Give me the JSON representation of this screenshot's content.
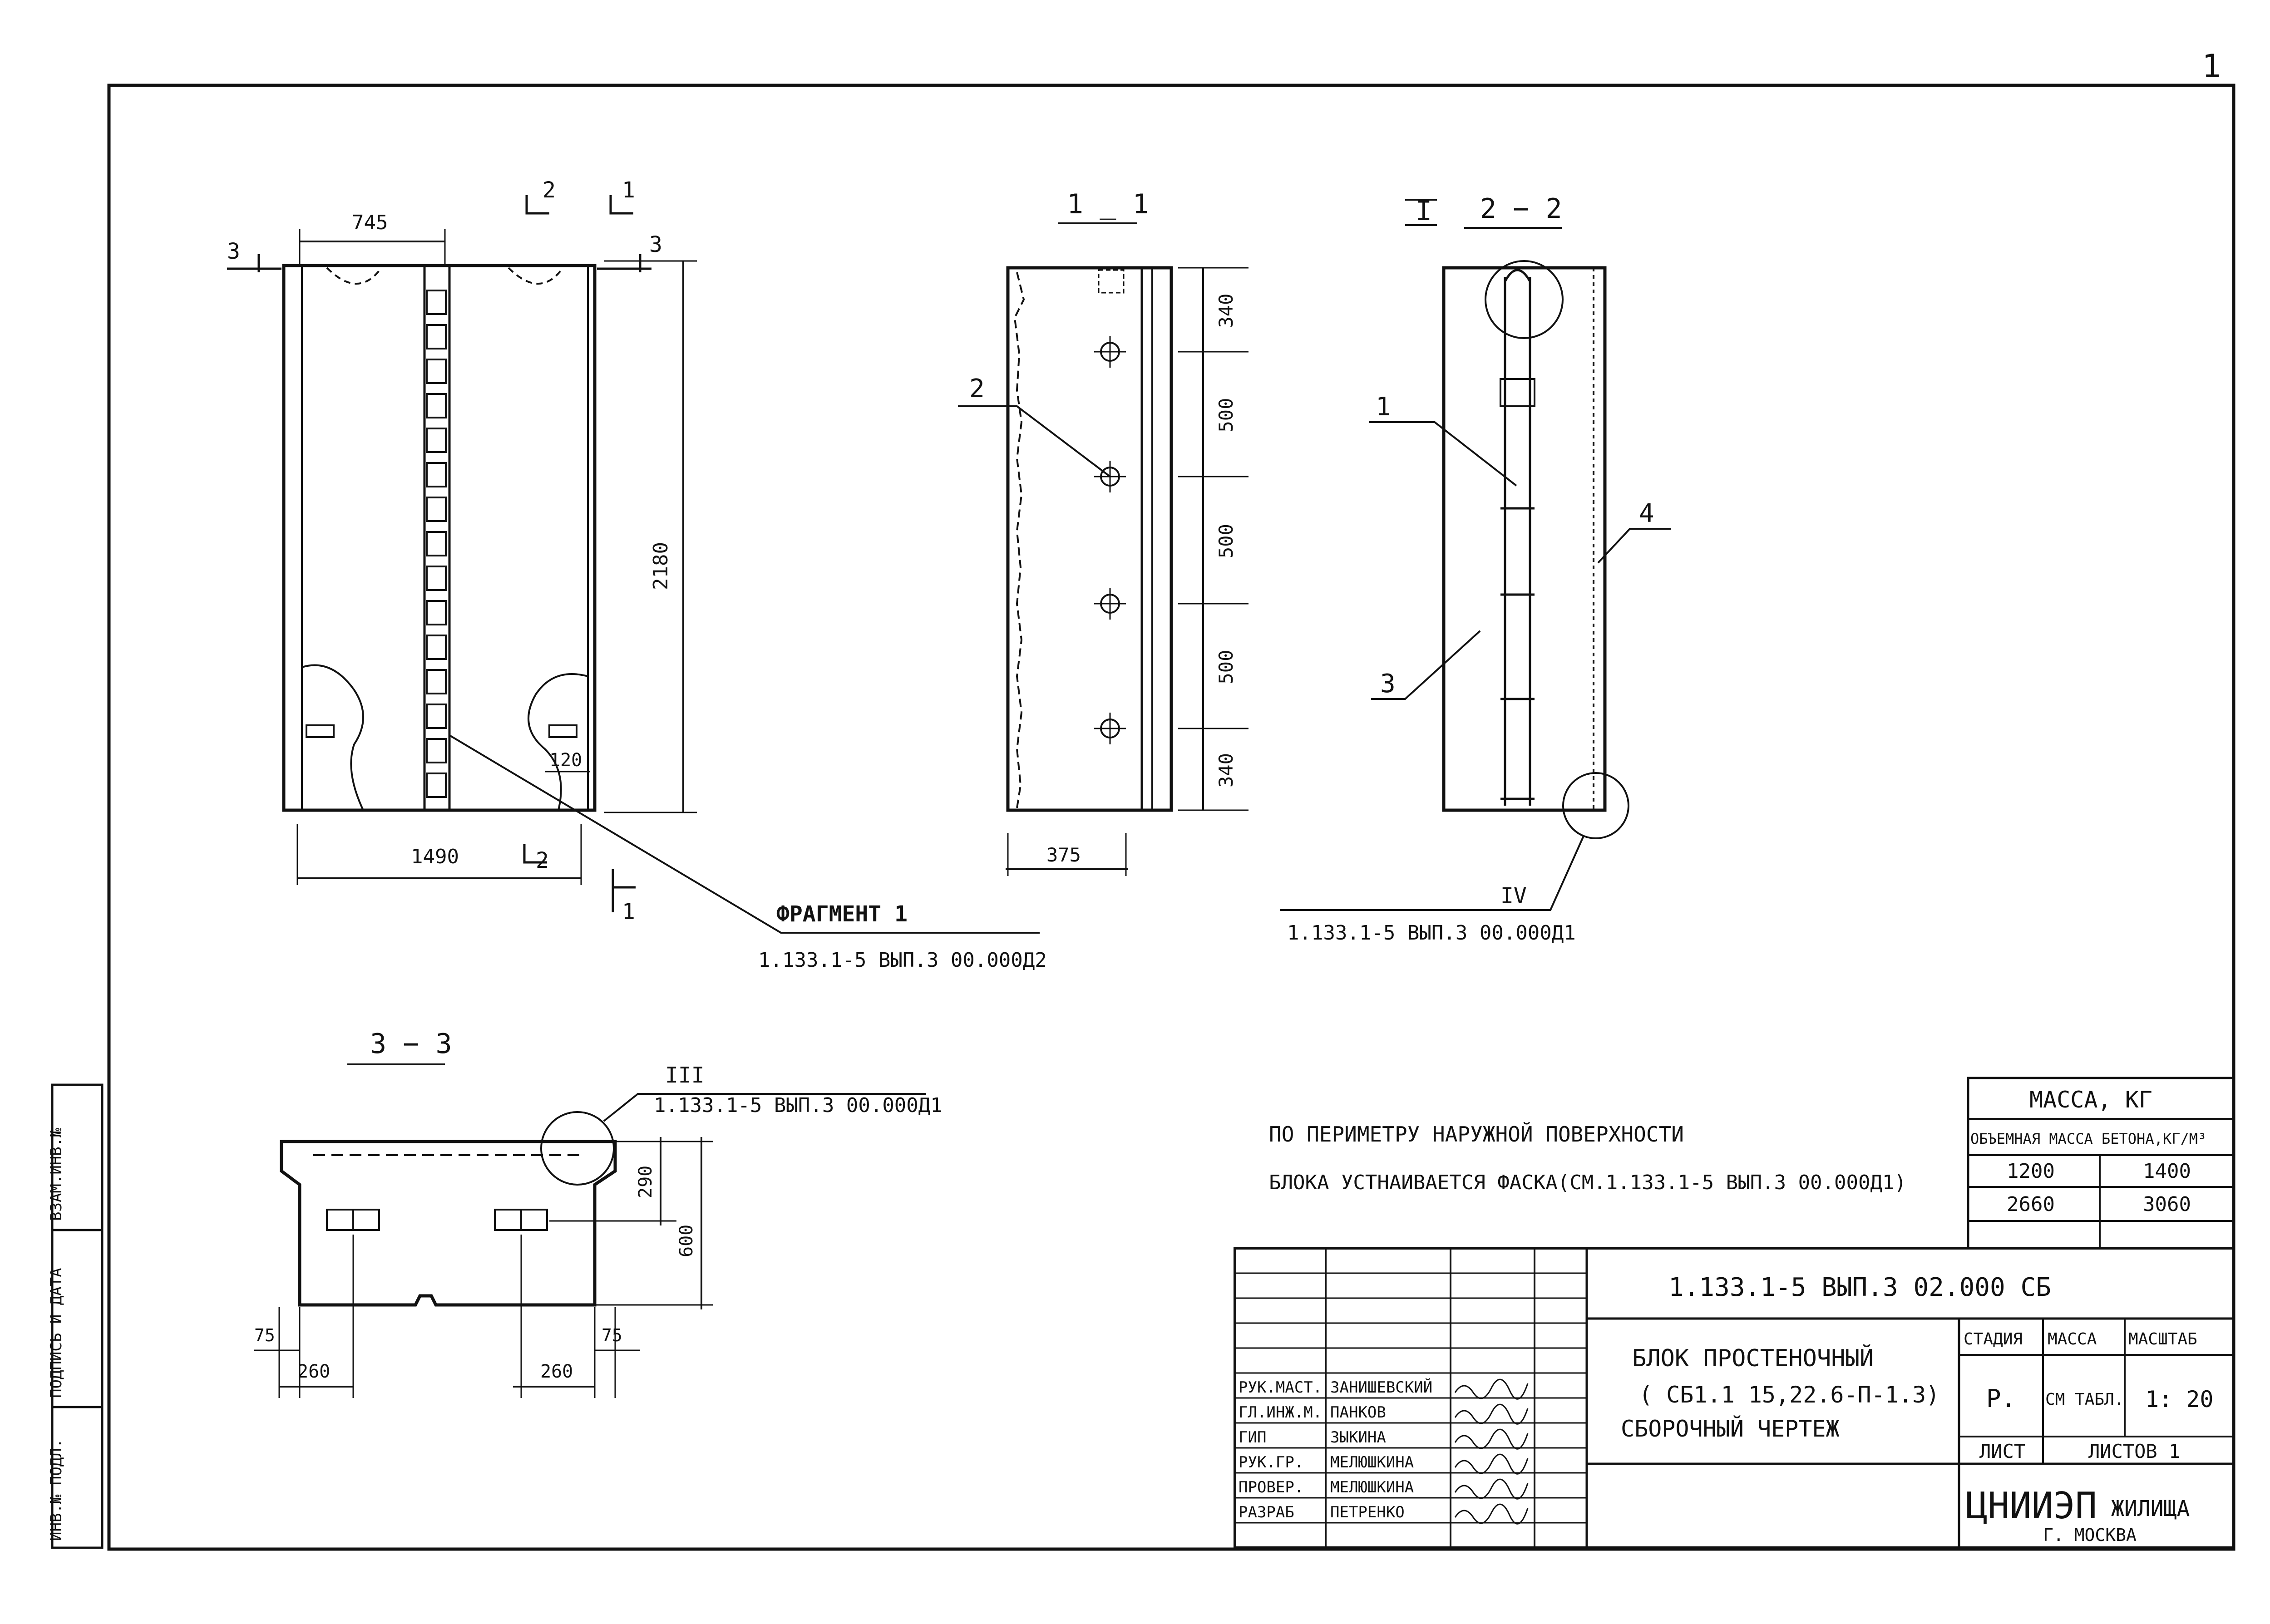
{
  "page_number": "1",
  "views": {
    "front": {
      "dims": {
        "top_width": "745",
        "height": "2180",
        "bottom_width": "1490",
        "insert_offset": "120"
      },
      "section_marks": {
        "s1": "1",
        "s2": "2",
        "s3": "3"
      }
    },
    "section_1_1": {
      "title": "1 _ 1",
      "dims": [
        "340",
        "500",
        "500",
        "500",
        "340"
      ],
      "thickness": "375",
      "callout": "2"
    },
    "section_2_2": {
      "title": "2 − 2",
      "node_top": "I",
      "node_bottom": "IV",
      "callouts": [
        "1",
        "3",
        "4"
      ],
      "ref": "1.133.1-5 ВЫП.3 00.000Д1"
    },
    "fragment": {
      "label": "ФРАГМЕНТ 1",
      "ref": "1.133.1-5 ВЫП.3 00.000Д2"
    },
    "section_3_3": {
      "title": "3 − 3",
      "node": "III",
      "ref": "1.133.1-5 ВЫП.3 00.000Д1",
      "dims": {
        "h1": "290",
        "h2": "600",
        "w_left": "260",
        "w_right": "260",
        "e_left": "75",
        "e_right": "75"
      }
    }
  },
  "note": {
    "line1": "ПО   ПЕРИМЕТРУ   НАРУЖНОЙ   ПОВЕРХНОСТИ",
    "line2": "БЛОКА  УСТНАИВАЕТСЯ  ФАСКА(СМ.1.133.1-5 ВЫП.3 00.000Д1)"
  },
  "mass_table": {
    "title": "МАССА, КГ",
    "subtitle": "ОБЪЕМНАЯ МАССА БЕТОНА,КГ/М³",
    "headers": [
      "1200",
      "1400"
    ],
    "values": [
      "2660",
      "3060"
    ]
  },
  "side_stamp": [
    "ВЗАМ.ИНВ.№",
    "ПОДПИСЬ И ДАТА",
    "ИНВ.№ ПОДЛ."
  ],
  "title_block": {
    "code": "1.133.1-5  ВЫП.3  02.000  СБ",
    "name_line1": "БЛОК  ПРОСТЕНОЧНЫЙ",
    "name_line2": "( СБ1.1  15,22.6-П-1.3)",
    "name_line3": "СБОРОЧНЫЙ  ЧЕРТЕЖ",
    "stage_h": "СТАДИЯ",
    "mass_h": "МАССА",
    "scale_h": "МАСШТАБ",
    "stage": "Р.",
    "mass": "СМ ТАБЛ.",
    "scale": "1: 20",
    "sheet_h": "ЛИСТ",
    "sheets_h": "ЛИСТОВ 1",
    "org": "ЦНИИЭП",
    "org2": "ЖИЛИЩА",
    "city": "Г. МОСКВА",
    "people": [
      {
        "role": "РУК.МАСТ.",
        "name": "ЗАНИШЕВСКИЙ"
      },
      {
        "role": "ГЛ.ИНЖ.М.",
        "name": "ПАНКОВ"
      },
      {
        "role": "ГИП",
        "name": "ЗЫКИНА"
      },
      {
        "role": "РУК.ГР.",
        "name": "МЕЛЮШКИНА"
      },
      {
        "role": "ПРОВЕР.",
        "name": "МЕЛЮШКИНА"
      },
      {
        "role": "РАЗРАБ",
        "name": "ПЕТРЕНКО"
      }
    ]
  }
}
